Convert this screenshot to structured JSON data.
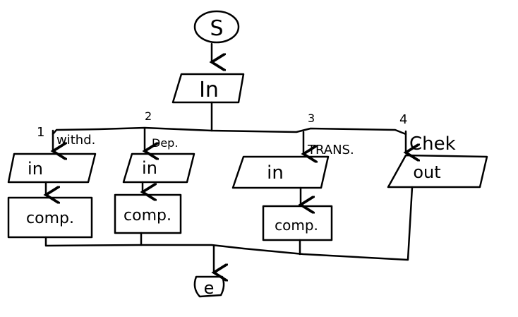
{
  "diagram": {
    "start": {
      "label": "S"
    },
    "input": {
      "label": "In"
    },
    "branches": [
      {
        "number": "1",
        "name": "withd.",
        "io": "in",
        "process": "comp."
      },
      {
        "number": "2",
        "name": "Dep.",
        "io": "in",
        "process": "comp."
      },
      {
        "number": "3",
        "name": "TRANS.",
        "io": "in",
        "process": "comp."
      },
      {
        "number": "4",
        "name": "Chek",
        "io": "out"
      }
    ],
    "end": {
      "label": "e"
    },
    "colors": {
      "ink": "#000000",
      "background": "#ffffff"
    }
  }
}
